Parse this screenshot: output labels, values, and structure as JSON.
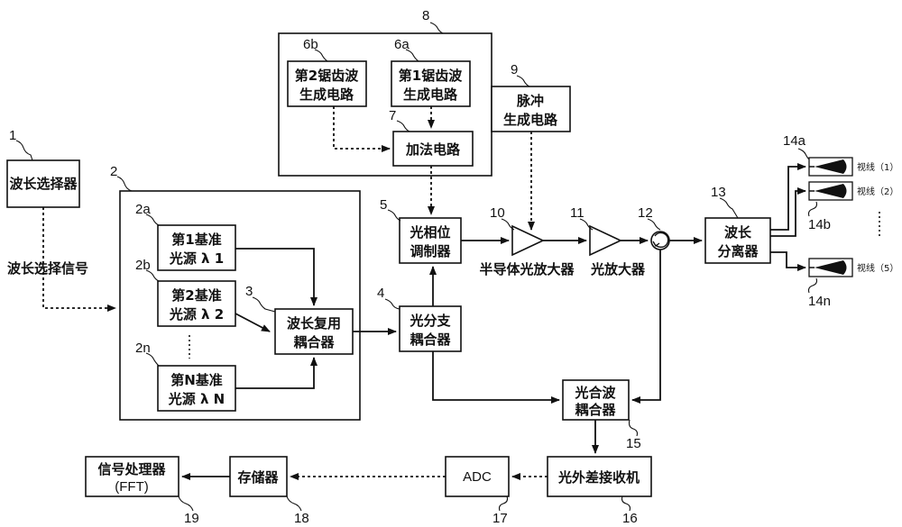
{
  "blocks": {
    "wavelength_selector": "波长选择器",
    "wavelength_select_signal": "波长选择信号",
    "ref_source_1": [
      "第1基准",
      "光源 λ 1"
    ],
    "ref_source_2": [
      "第2基准",
      "光源 λ 2"
    ],
    "ref_source_n": [
      "第N基准",
      "光源 λ N"
    ],
    "wdm_coupler": [
      "波长复用",
      "耦合器"
    ],
    "sawtooth_2": [
      "第2锯齿波",
      "生成电路"
    ],
    "sawtooth_1": [
      "第1锯齿波",
      "生成电路"
    ],
    "adder": "加法电路",
    "pulse_gen": [
      "脉冲",
      "生成电路"
    ],
    "phase_modulator": [
      "光相位",
      "调制器"
    ],
    "splitter": [
      "光分支",
      "耦合器"
    ],
    "soa": "半导体光放大器",
    "optical_amp": "光放大器",
    "demux": [
      "波长",
      "分离器"
    ],
    "combiner": [
      "光合波",
      "耦合器"
    ],
    "heterodyne_rx": "光外差接收机",
    "adc": "ADC",
    "memory": "存储器",
    "dsp": [
      "信号处理器",
      "(FFT)"
    ]
  },
  "sightlines": [
    "视线（1）",
    "视线（2）",
    "视线（5）"
  ],
  "numbers": {
    "n1": "1",
    "n2": "2",
    "n2a": "2a",
    "n2b": "2b",
    "n2n": "2n",
    "n3": "3",
    "n4": "4",
    "n5": "5",
    "n6a": "6a",
    "n6b": "6b",
    "n7": "7",
    "n8": "8",
    "n9": "9",
    "n10": "10",
    "n11": "11",
    "n12": "12",
    "n13": "13",
    "n14a": "14a",
    "n14b": "14b",
    "n14n": "14n",
    "n15": "15",
    "n16": "16",
    "n17": "17",
    "n18": "18",
    "n19": "19"
  }
}
